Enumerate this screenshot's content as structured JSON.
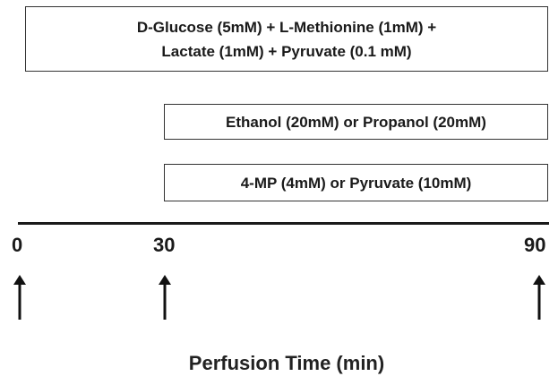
{
  "treatments": {
    "base_medium": {
      "line1": "D-Glucose (5mM) + L-Methionine (1mM) +",
      "line2": "Lactate (1mM) + Pyruvate (0.1 mM)"
    },
    "alcohol": {
      "label": "Ethanol (20mM) or Propanol (20mM)"
    },
    "inhibitor": {
      "label": "4-MP (4mM) or Pyruvate (10mM)"
    }
  },
  "timeline": {
    "ticks": [
      {
        "label": "0",
        "value": 0
      },
      {
        "label": "30",
        "value": 30
      },
      {
        "label": "90",
        "value": 90
      }
    ],
    "axis_title": "Perfusion Time (min)"
  }
}
